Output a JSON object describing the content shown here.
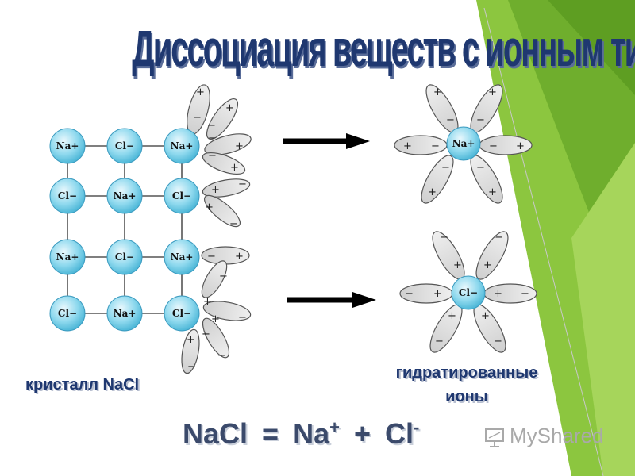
{
  "slide": {
    "title": "Диссоциация веществ с ионным типом связи",
    "crystal_label": "кристалл NaCl",
    "hydrated_label_line1": "гидратированные",
    "hydrated_label_line2": "ионы"
  },
  "equation": {
    "lhs": "NaCl",
    "eq": "=",
    "na": "Na",
    "na_charge": "+",
    "plus": "+",
    "cl": "Cl",
    "cl_charge": "-"
  },
  "lattice": {
    "rows": [
      [
        "Na+",
        "Cl−",
        "Na+"
      ],
      [
        "Cl−",
        "Na+",
        "Cl−"
      ],
      [
        "Na+",
        "Cl−",
        "Na+"
      ],
      [
        "Cl−",
        "Na+",
        "Cl−"
      ]
    ]
  },
  "hydrated_ions": {
    "cation": "Na+",
    "anion": "Cl−"
  },
  "watermark": {
    "text": "MyShared"
  },
  "colors": {
    "title": "#1f3870",
    "ion_fill": "#7fd3ea",
    "water_fill": "#dedede",
    "accent_green": "#7ab83a"
  }
}
